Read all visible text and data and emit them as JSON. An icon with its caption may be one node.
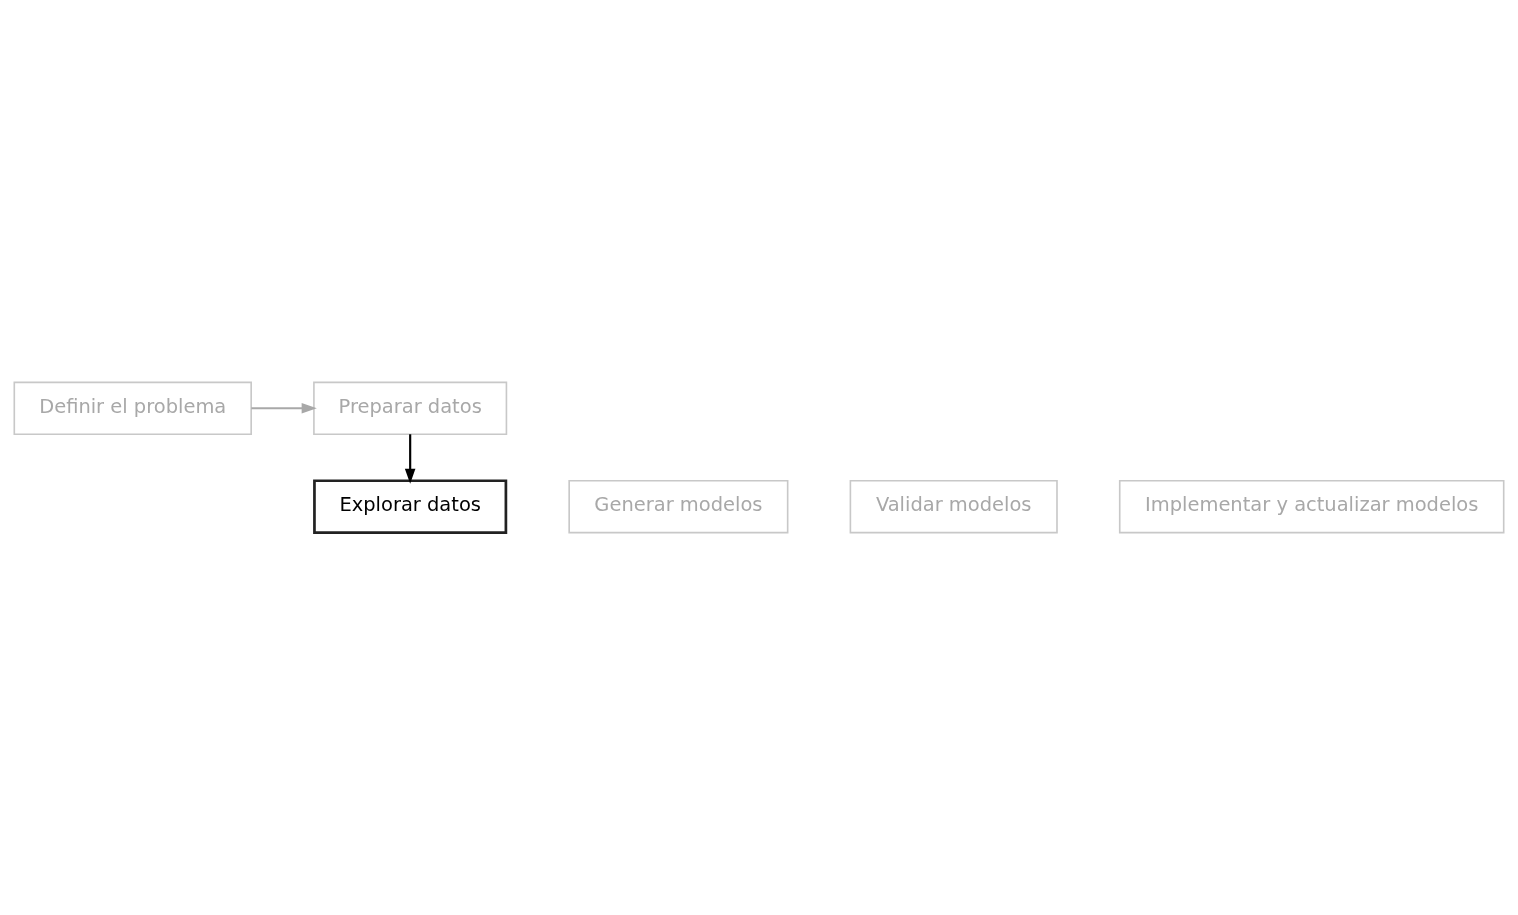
{
  "diagram": {
    "nodes": [
      {
        "text": [
          "Definir el problema"
        ]
      },
      {
        "text": [
          "Preparar datos"
        ]
      },
      {
        "text": [
          "Explorar datos"
        ]
      },
      {
        "text": [
          "Generar modelos"
        ]
      },
      {
        "text": [
          "Validar modelos"
        ]
      },
      {
        "text": [
          "Implementar y actualizar modelos"
        ]
      }
    ],
    "edges": [
      {
        "from": 0,
        "to": 1,
        "arrow": "to",
        "color": "#a8a8a8"
      },
      {
        "from": 1,
        "to": 2,
        "arrow": "to",
        "color": "#000000"
      }
    ]
  }
}
